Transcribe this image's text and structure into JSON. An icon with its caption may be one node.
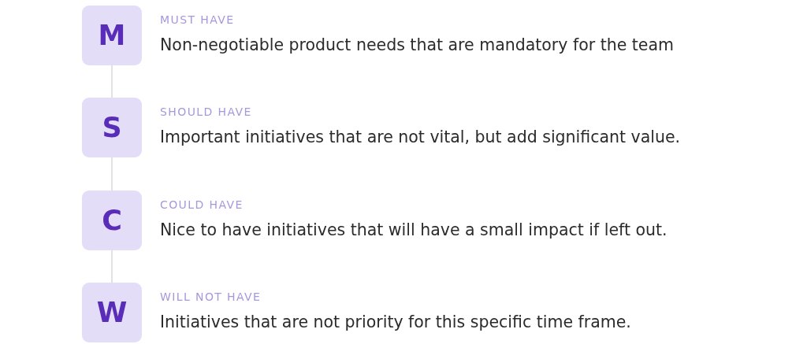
{
  "diagram": {
    "nodes": [
      {
        "text": [
          "M"
        ],
        "beside": [
          "MUST HAVE",
          "Non-negotiable product needs that are mandatory for the team"
        ]
      },
      {
        "text": [
          "S"
        ],
        "beside": [
          "SHOULD HAVE",
          "Important initiatives that are not vital, but add significant value."
        ]
      },
      {
        "text": [
          "C"
        ],
        "beside": [
          "COULD HAVE",
          "Nice to have initiatives that will have a small impact if left out."
        ]
      },
      {
        "text": [
          "W"
        ],
        "beside": [
          "WILL NOT HAVE",
          "Initiatives that are not priority for this specific time frame."
        ]
      }
    ],
    "edges": [
      {
        "from": 0,
        "to": 1,
        "arrow": "none"
      },
      {
        "from": 1,
        "to": 2,
        "arrow": "none"
      },
      {
        "from": 2,
        "to": 3,
        "arrow": "none"
      }
    ]
  }
}
